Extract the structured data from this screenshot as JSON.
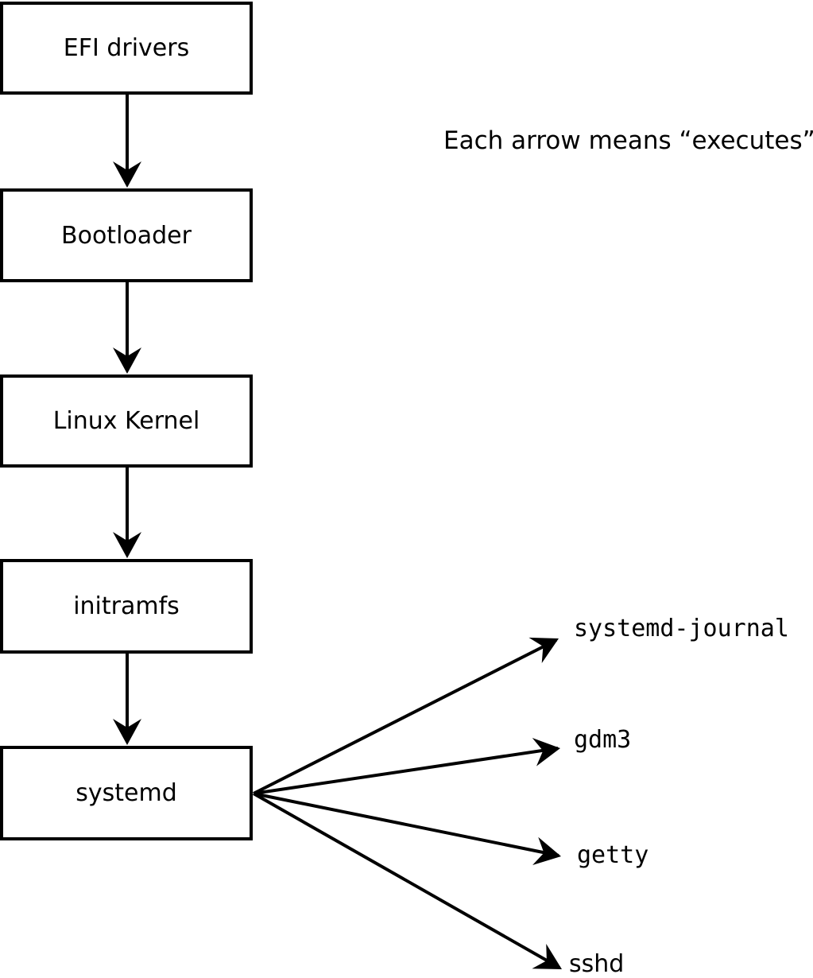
{
  "diagram": {
    "annotation": "Each arrow means “executes”.",
    "colors": {
      "ink": "#000000",
      "background": "#ffffff"
    },
    "chain": [
      {
        "label": "EFI drivers"
      },
      {
        "label": "Bootloader"
      },
      {
        "label": "Linux Kernel"
      },
      {
        "label": "initramfs"
      },
      {
        "label": "systemd"
      }
    ],
    "spawned": [
      {
        "label": "systemd-journal"
      },
      {
        "label": "gdm3"
      },
      {
        "label": "getty"
      },
      {
        "label": "sshd"
      }
    ]
  }
}
